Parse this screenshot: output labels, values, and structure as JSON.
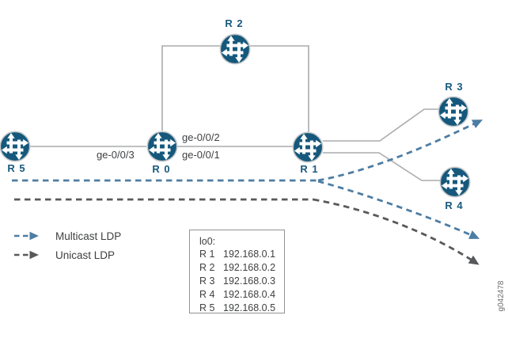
{
  "figure": {
    "type": "network-topology-diagram",
    "routers": [
      {
        "id": "r5",
        "label": "R 5"
      },
      {
        "id": "r0",
        "label": "R 0"
      },
      {
        "id": "r1",
        "label": "R 1"
      },
      {
        "id": "r2",
        "label": "R 2"
      },
      {
        "id": "r3",
        "label": "R 3"
      },
      {
        "id": "r4",
        "label": "R 4"
      }
    ],
    "links": [
      "R5-R0",
      "R0-R1",
      "R0-R2",
      "R2-R1",
      "R1-R3",
      "R1-R4"
    ],
    "interfaces": [
      {
        "label": "ge-0/0/2"
      },
      {
        "label": "ge-0/0/1"
      },
      {
        "label": "ge-0/0/3"
      }
    ],
    "legend": {
      "items": [
        {
          "label": "Multicast LDP",
          "color": "#4d7da3",
          "style": "dashed-arrow"
        },
        {
          "label": "Unicast LDP",
          "color": "#58595b",
          "style": "dashed-arrow"
        }
      ]
    },
    "loopbacks": {
      "title": "lo0:",
      "rows": [
        {
          "router": "R 1",
          "ip": "192.168.0.1"
        },
        {
          "router": "R 2",
          "ip": "192.168.0.2"
        },
        {
          "router": "R 3",
          "ip": "192.168.0.3"
        },
        {
          "router": "R 4",
          "ip": "192.168.0.4"
        },
        {
          "router": "R 5",
          "ip": "192.168.0.5"
        }
      ]
    },
    "figure_id": "g042478",
    "colors": {
      "router_fill": "#15587c",
      "router_label": "#17597d",
      "link_line": "#a9abae",
      "multicast": "#4d7da3",
      "unicast": "#58595b",
      "text": "#3f4042"
    }
  }
}
